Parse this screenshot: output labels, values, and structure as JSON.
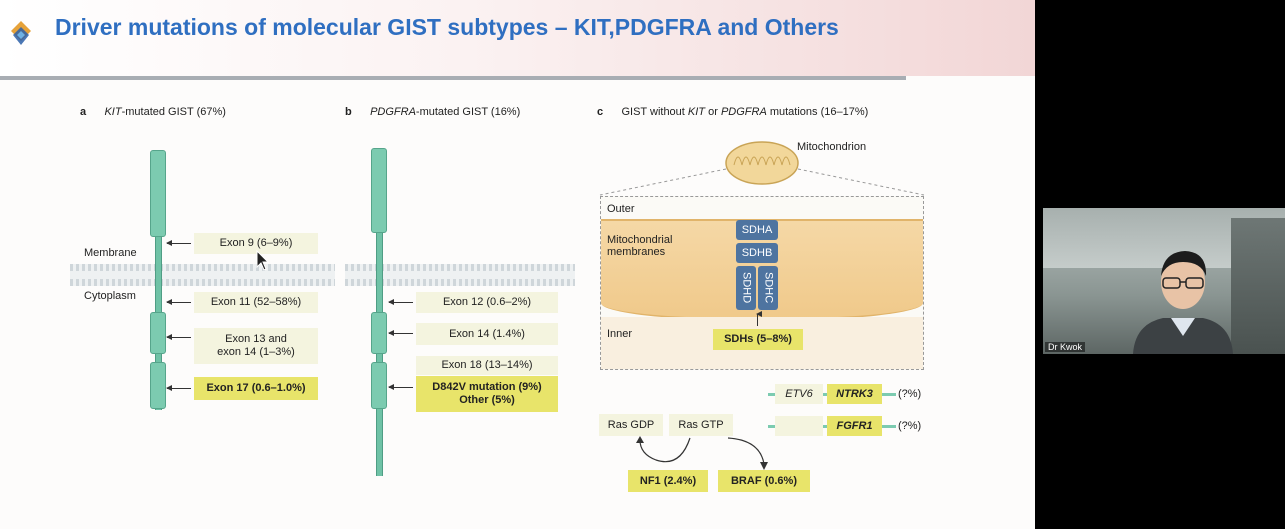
{
  "title": "Driver mutations of molecular GIST subtypes – KIT,PDGFRA and Others",
  "panel_a": {
    "letter": "a",
    "gene": "KIT",
    "heading": "-mutated GIST (67%)",
    "membrane_label": "Membrane",
    "cytoplasm_label": "Cytoplasm",
    "exons": [
      "Exon 9 (6–9%)",
      "Exon 11 (52–58%)",
      "Exon 13 and",
      "exon 14 (1–3%)",
      "Exon 17 (0.6–1.0%)"
    ]
  },
  "panel_b": {
    "letter": "b",
    "gene": "PDGFRA",
    "heading": "-mutated GIST (16%)",
    "exons": [
      "Exon 12 (0.6–2%)",
      "Exon 14 (1.4%)",
      "Exon 18 (13–14%)",
      "D842V mutation (9%)",
      "Other (5%)"
    ]
  },
  "panel_c": {
    "letter": "c",
    "heading_pre": "GIST without ",
    "gene1": "KIT",
    "or": " or ",
    "gene2": "PDGFRA",
    "heading_post": " mutations (16–17%)",
    "mitochondrion": "Mitochondrion",
    "outer": "Outer",
    "membranes1": "Mitochondrial",
    "membranes2": "membranes",
    "inner": "Inner",
    "sdha": "SDHA",
    "sdhb": "SDHB",
    "sdhd": "SDHD",
    "sdhc": "SDHC",
    "sdhs": "SDHs (5–8%)",
    "ras_gdp": "Ras GDP",
    "ras_gtp": "Ras GTP",
    "nf1": "NF1 (2.4%)",
    "braf": "BRAF (0.6%)",
    "etv6": "ETV6",
    "ntrk3": "NTRK3",
    "fgfr1": "FGFR1",
    "q1": "(?%)",
    "q2": "(?%)"
  },
  "video": {
    "participant": "Dr Kwok"
  },
  "colors": {
    "title": "#2f6fc1",
    "highlight": "#e8e46a",
    "protein": "#7ccbb0",
    "sdh": "#4e74a0"
  }
}
